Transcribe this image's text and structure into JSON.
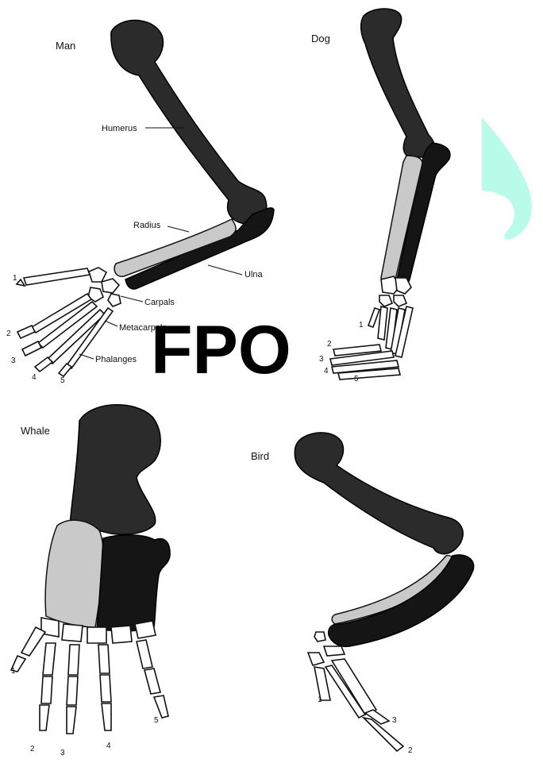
{
  "panels": {
    "man": {
      "title": "Man"
    },
    "dog": {
      "title": "Dog"
    },
    "whale": {
      "title": "Whale"
    },
    "bird": {
      "title": "Bird"
    }
  },
  "bone_labels": {
    "humerus": "Humerus",
    "radius": "Radius",
    "ulna": "Ulna",
    "carpals": "Carpals",
    "metacarpals": "Metacarpals",
    "phalanges": "Phalanges"
  },
  "digits": {
    "man": [
      "1",
      "2",
      "3",
      "4",
      "5"
    ],
    "dog": [
      "1",
      "2",
      "3",
      "4",
      "5"
    ],
    "whale": [
      "1",
      "2",
      "3",
      "4",
      "5"
    ],
    "bird": [
      "1",
      "2",
      "3"
    ]
  },
  "watermark": "FPO",
  "colors": {
    "humerus": "#2b2b2b",
    "radius": "#c9c9c9",
    "ulna": "#151515",
    "hand_bones": "#ffffff",
    "decoration": "#b8fbe9"
  }
}
